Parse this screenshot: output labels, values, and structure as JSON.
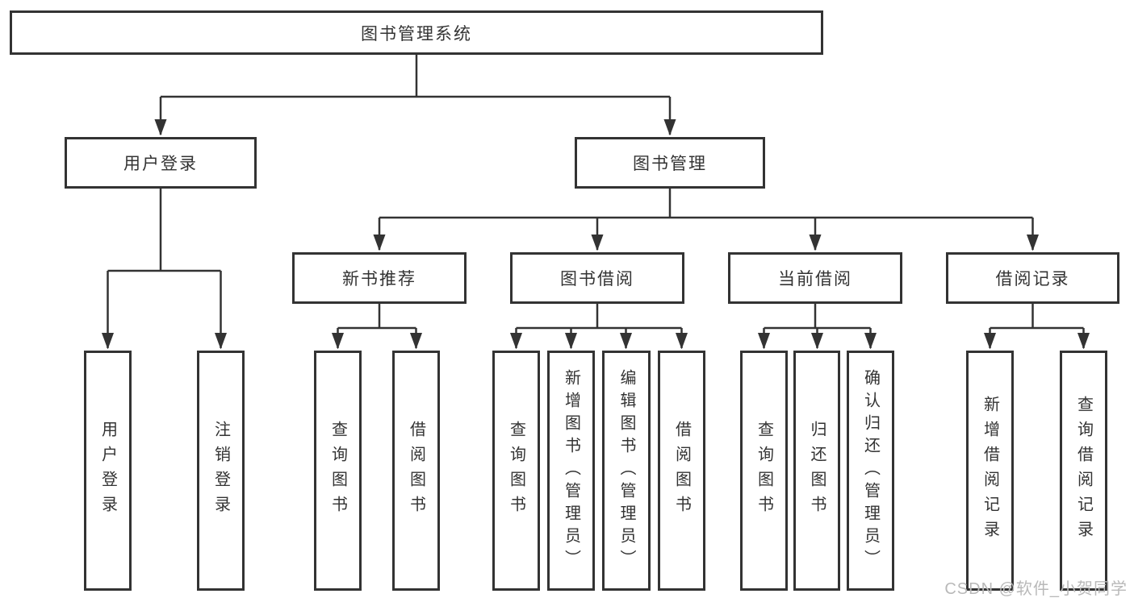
{
  "diagram": {
    "title": "图书管理系统",
    "tree": {
      "root": {
        "label": "图书管理系统",
        "children": [
          {
            "label": "用户登录",
            "children": [
              {
                "label": "用户登录"
              },
              {
                "label": "注销登录"
              }
            ]
          },
          {
            "label": "图书管理",
            "children": [
              {
                "label": "新书推荐",
                "children": [
                  {
                    "label": "查询图书"
                  },
                  {
                    "label": "借阅图书"
                  }
                ]
              },
              {
                "label": "图书借阅",
                "children": [
                  {
                    "label": "查询图书"
                  },
                  {
                    "label": "新增图书（管理员）"
                  },
                  {
                    "label": "编辑图书（管理员）"
                  },
                  {
                    "label": "借阅图书"
                  }
                ]
              },
              {
                "label": "当前借阅",
                "children": [
                  {
                    "label": "查询图书"
                  },
                  {
                    "label": "归还图书"
                  },
                  {
                    "label": "确认归还（管理员）"
                  }
                ]
              },
              {
                "label": "借阅记录",
                "children": [
                  {
                    "label": "新增借阅记录"
                  },
                  {
                    "label": "查询借阅记录"
                  }
                ]
              }
            ]
          }
        ]
      }
    },
    "colors": {
      "line": "#333333",
      "box_border": "#333333",
      "text": "#333333",
      "background": "#ffffff",
      "watermark": "#b9b9b9"
    },
    "watermark": "CSDN @软件_小贺同学"
  }
}
